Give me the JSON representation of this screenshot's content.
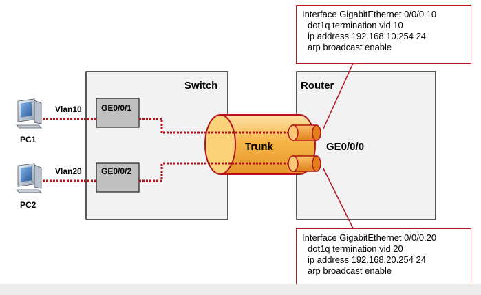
{
  "switch": {
    "title": "Switch",
    "ports": [
      "GE0/0/1",
      "GE0/0/2"
    ]
  },
  "router": {
    "title": "Router",
    "port": "GE0/0/0"
  },
  "trunk": {
    "label": "Trunk"
  },
  "pcs": [
    {
      "name": "PC1",
      "vlan": "Vlan10"
    },
    {
      "name": "PC2",
      "vlan": "Vlan20"
    }
  ],
  "subinterfaces": [
    {
      "header": "Interface GigabitEthernet 0/0/0.10",
      "lines": [
        "dot1q termination vid 10",
        "ip address 192.168.10.254 24",
        "arp broadcast enable"
      ]
    },
    {
      "header": "Interface GigabitEthernet 0/0/0.20",
      "lines": [
        "dot1q termination vid 20",
        "ip address 192.168.20.254 24",
        "arp broadcast enable"
      ]
    }
  ],
  "colors": {
    "link": "#b3121a",
    "device_box_fill": "#f2f2f2",
    "port_fill": "#c0c0c0",
    "trunk_fill": "#f7b84a",
    "subif_fill": "#f39a2b",
    "callout_border": "#c0171d"
  }
}
